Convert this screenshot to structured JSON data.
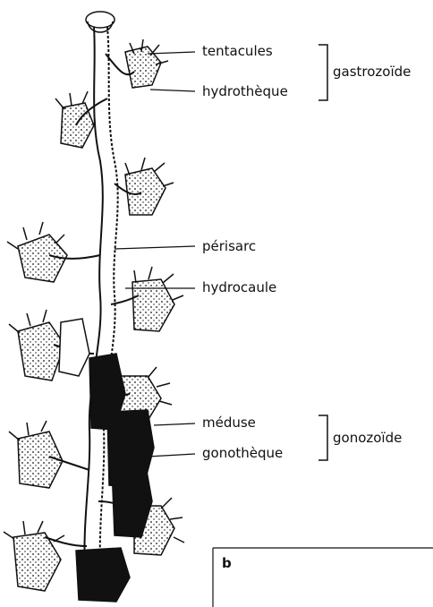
{
  "labels": {
    "tentacules": "tentacules",
    "hydrotheque": "hydrothèque",
    "perisarc": "périsarc",
    "hydrocaule": "hydrocaule",
    "meduse": "méduse",
    "gonotheque": "gonothèque"
  },
  "groups": {
    "gastrozoide": "gastrozoïde",
    "gonozoide": "gonozoïde"
  },
  "panel_label": "b",
  "colors": {
    "ink": "#111111",
    "paper": "#ffffff"
  }
}
